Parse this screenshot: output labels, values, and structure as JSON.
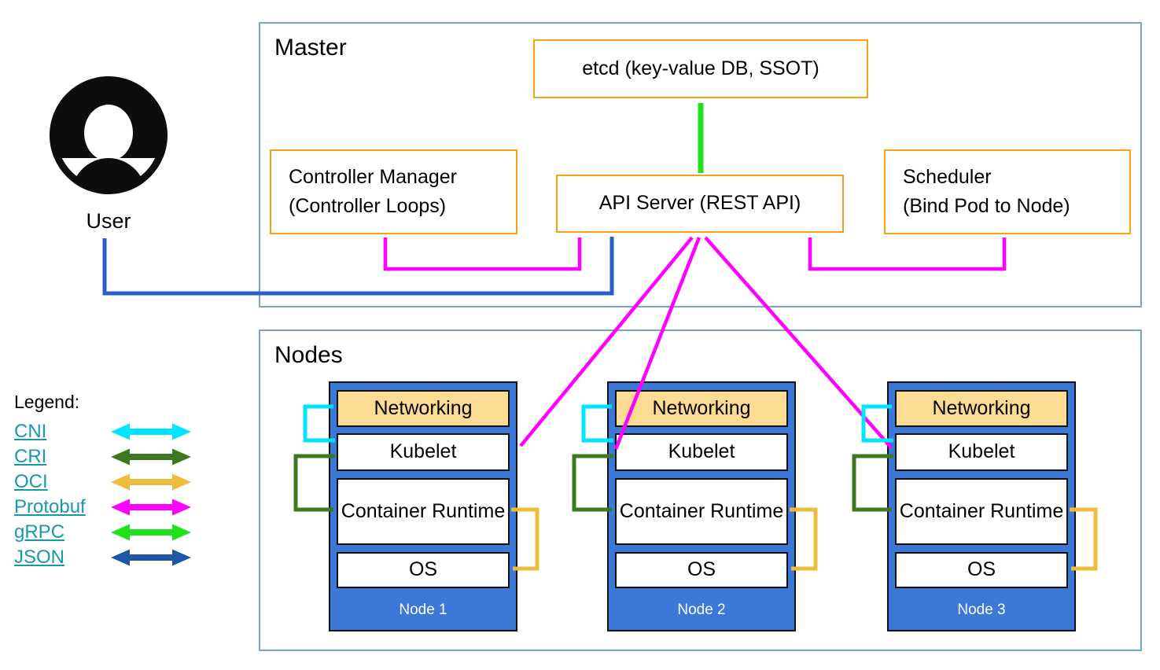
{
  "user": {
    "label": "User"
  },
  "master": {
    "title": "Master",
    "etcd_label": "etcd (key-value DB, SSOT)",
    "controller_manager": {
      "line1": "Controller Manager",
      "line2": "(Controller Loops)"
    },
    "api_server_label": "API Server (REST API)",
    "scheduler": {
      "line1": "Scheduler",
      "line2": "(Bind Pod to Node)"
    }
  },
  "nodes_section": {
    "title": "Nodes",
    "nodes": [
      {
        "label": "Node 1",
        "layers": {
          "networking": "Networking",
          "kubelet": "Kubelet",
          "container_runtime": "Container Runtime",
          "os": "OS"
        }
      },
      {
        "label": "Node 2",
        "layers": {
          "networking": "Networking",
          "kubelet": "Kubelet",
          "container_runtime": "Container Runtime",
          "os": "OS"
        }
      },
      {
        "label": "Node 3",
        "layers": {
          "networking": "Networking",
          "kubelet": "Kubelet",
          "container_runtime": "Container Runtime",
          "os": "OS"
        }
      }
    ]
  },
  "legend": {
    "title": "Legend:",
    "items": [
      {
        "label": "CNI",
        "color": "#00e5ff"
      },
      {
        "label": "CRI",
        "color": "#3d7a1f"
      },
      {
        "label": "OCI",
        "color": "#eebc3c"
      },
      {
        "label": "Protobuf",
        "color": "#ff00ff"
      },
      {
        "label": "gRPC",
        "color": "#1de21d"
      },
      {
        "label": "JSON",
        "color": "#1f56a5"
      }
    ]
  },
  "colors": {
    "frame_border": "#7ba3cf",
    "component_box_border": "#f6a117",
    "node_fill": "#3c78d8",
    "networking_fill": "#fbdc92",
    "user_icon": "#0d0d0d",
    "legend_link": "#1799ab",
    "json_connector": "#2a5fc9"
  }
}
